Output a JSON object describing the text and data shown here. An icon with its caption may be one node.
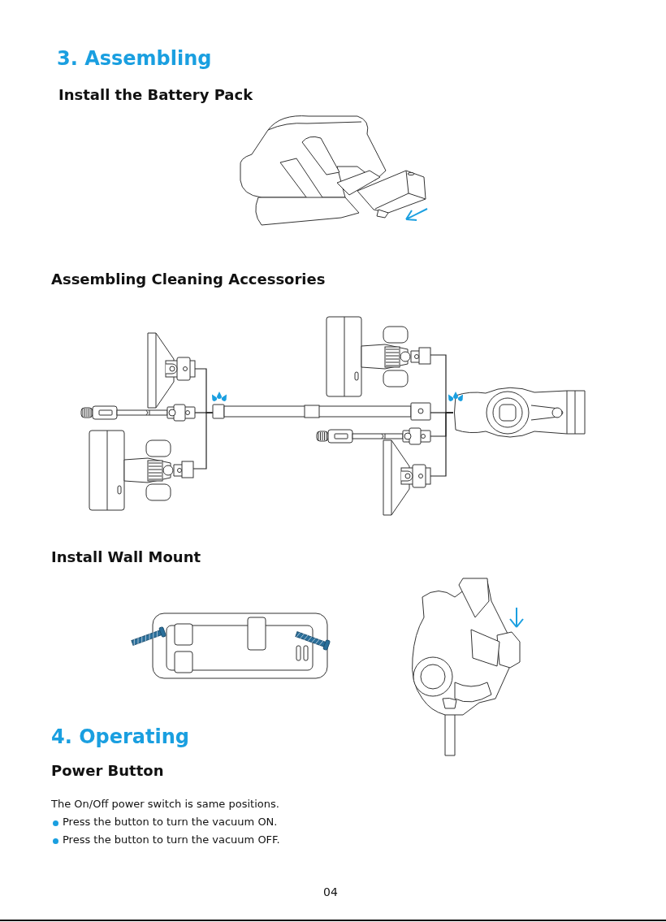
{
  "diagram": {
    "nodes": [
      {
        "text": [],
        "shape": "picture"
      },
      {
        "text": [],
        "shape": "picture"
      },
      {
        "text": [],
        "shape": "picture"
      },
      {
        "text": [],
        "shape": "picture"
      },
      {
        "text": [],
        "shape": "picture"
      },
      {
        "text": [],
        "shape": "picture"
      },
      {
        "text": [],
        "shape": "picture"
      },
      {
        "text": [],
        "shape": "picture"
      }
    ],
    "edges": [
      {
        "from": 0,
        "to": 3,
        "arrow": "none"
      },
      {
        "from": 1,
        "to": 3,
        "arrow": "none"
      },
      {
        "from": 2,
        "to": 3,
        "arrow": "none"
      },
      {
        "from": 4,
        "to": 7,
        "arrow": "none"
      },
      {
        "from": 3,
        "to": 7,
        "arrow": "none"
      },
      {
        "from": 5,
        "to": 7,
        "arrow": "none"
      },
      {
        "from": 6,
        "to": 7,
        "arrow": "none"
      }
    ],
    "labels": [
      "3. Assembling",
      "Install the Battery Pack",
      "Assembling Cleaning Accessories",
      "Install Wall Mount",
      "4. Operating",
      "Power Button",
      "The On/Off power switch is same positions.",
      "Press the button to turn the vacuum ON.",
      "Press the button to turn the vacuum OFF.",
      "04"
    ]
  }
}
